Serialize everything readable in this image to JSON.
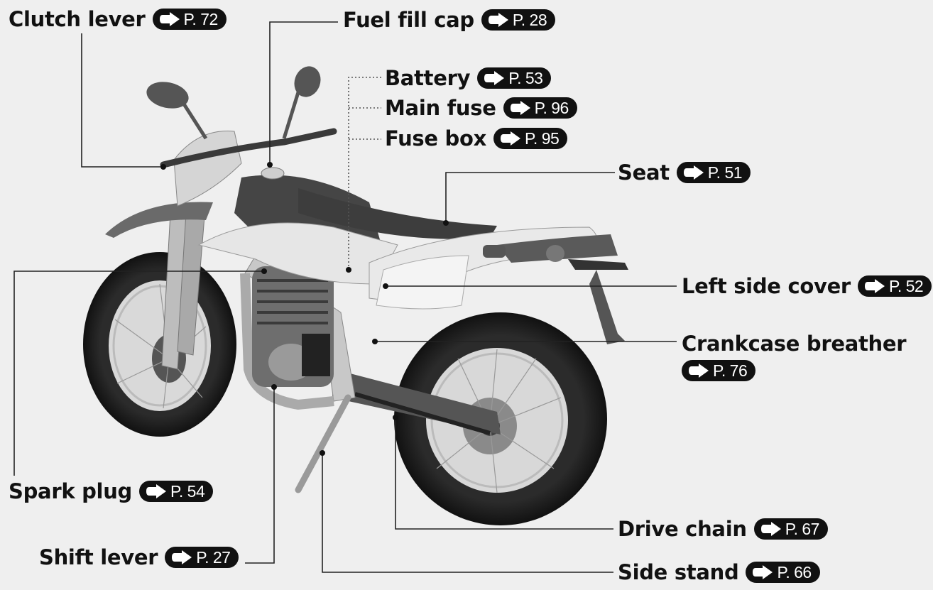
{
  "parts": [
    {
      "id": "clutch-lever",
      "name": "Clutch lever",
      "page": "P. 72"
    },
    {
      "id": "fuel-fill-cap",
      "name": "Fuel fill cap",
      "page": "P. 28"
    },
    {
      "id": "battery",
      "name": "Battery",
      "page": "P. 53"
    },
    {
      "id": "main-fuse",
      "name": "Main fuse",
      "page": "P. 96"
    },
    {
      "id": "fuse-box",
      "name": "Fuse box",
      "page": "P. 95"
    },
    {
      "id": "seat",
      "name": "Seat",
      "page": "P. 51"
    },
    {
      "id": "left-side-cover",
      "name": "Left side cover",
      "page": "P. 52"
    },
    {
      "id": "crankcase-breather",
      "name": "Crankcase breather",
      "page": "P. 76"
    },
    {
      "id": "spark-plug",
      "name": "Spark plug",
      "page": "P. 54"
    },
    {
      "id": "shift-lever",
      "name": "Shift lever",
      "page": "P. 27"
    },
    {
      "id": "drive-chain",
      "name": "Drive chain",
      "page": "P. 67"
    },
    {
      "id": "side-stand",
      "name": "Side stand",
      "page": "P. 66"
    }
  ],
  "colors": {
    "background": "#efefef",
    "text": "#111111",
    "badge": "#111111",
    "badge_text": "#ffffff",
    "line": "#222222"
  }
}
